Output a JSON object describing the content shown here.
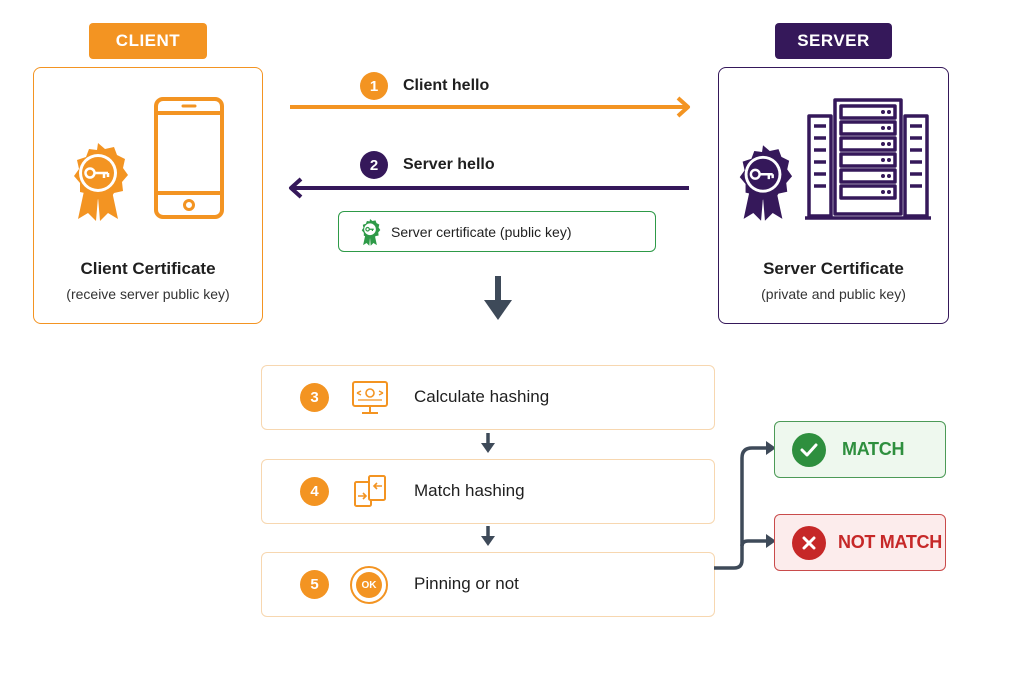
{
  "client": {
    "tag": "CLIENT",
    "title": "Client Certificate",
    "subtitle": "(receive server public key)"
  },
  "server": {
    "tag": "SERVER",
    "title": "Server Certificate",
    "subtitle": "(private and public key)"
  },
  "messages": [
    {
      "number": "1",
      "label": "Client hello"
    },
    {
      "number": "2",
      "label": "Server hello"
    }
  ],
  "certificate_pill": {
    "label": "Server certificate (public key)"
  },
  "steps": [
    {
      "number": "3",
      "label": "Calculate hashing",
      "icon": "monitor-hash-icon"
    },
    {
      "number": "4",
      "label": "Match hashing",
      "icon": "compare-documents-icon"
    },
    {
      "number": "5",
      "label": "Pinning or not",
      "icon": "ok-badge-icon",
      "icon_text": "OK"
    }
  ],
  "results": {
    "match": "MATCH",
    "not_match": "NOT MATCH"
  },
  "colors": {
    "client_orange": "#f39422",
    "server_purple": "#35185a",
    "cert_green": "#2e9a48",
    "match_green": "#2e8f3e",
    "not_match_red": "#c62828",
    "connector_gray": "#3e4a59"
  }
}
